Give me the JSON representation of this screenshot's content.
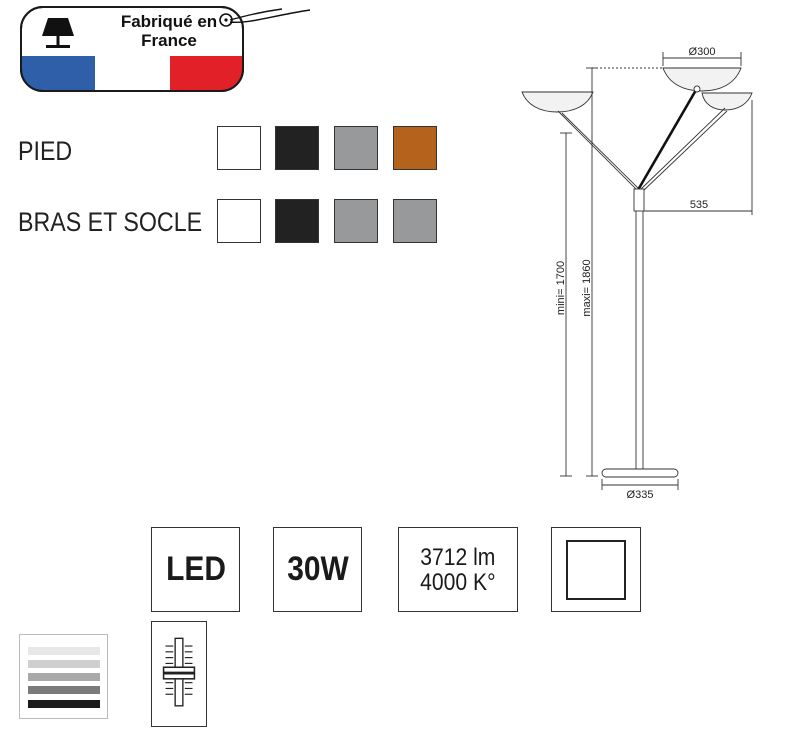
{
  "badge": {
    "line1": "Fabriqué en",
    "line2": "France",
    "flag_colors": [
      "#2f5fa8",
      "#ffffff",
      "#e12127"
    ]
  },
  "finishes": {
    "rows": [
      {
        "label": "PIED",
        "swatches": [
          {
            "name": "white",
            "color": "#ffffff"
          },
          {
            "name": "black",
            "color": "#222222"
          },
          {
            "name": "grey",
            "color": "#98999b"
          },
          {
            "name": "rust",
            "color": "#b5621d"
          }
        ]
      },
      {
        "label": "BRAS ET SOCLE",
        "swatches": [
          {
            "name": "white",
            "color": "#ffffff"
          },
          {
            "name": "black",
            "color": "#222222"
          },
          {
            "name": "grey",
            "color": "#98999b"
          },
          {
            "name": "grey",
            "color": "#98999b"
          }
        ]
      }
    ]
  },
  "diagram": {
    "dim_top": "Ø300",
    "dim_arm": "535",
    "dim_base": "Ø335",
    "dim_mini": "mini= 1700",
    "dim_maxi": "maxi= 1860"
  },
  "specs": {
    "source": "LED",
    "power": "30W",
    "lumens": "3712 lm",
    "temperature": "4000 K°"
  },
  "icons": [
    "square-frame-icon",
    "dimmer-gradient-icon",
    "slider-dimmer-icon"
  ]
}
